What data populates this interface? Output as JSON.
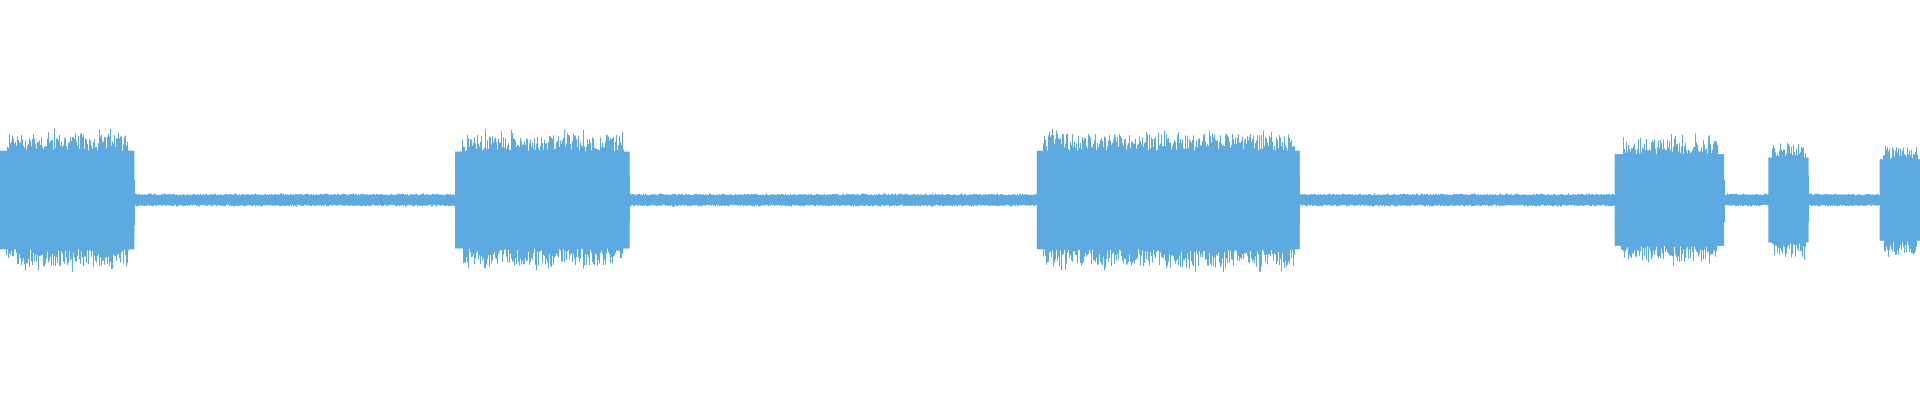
{
  "waveform": {
    "color": "#5DAAE1",
    "background": "#FFFFFF",
    "segments": [
      {
        "kind": "loud",
        "start": 0.0,
        "end": 0.07,
        "level": 0.58
      },
      {
        "kind": "quiet",
        "start": 0.07,
        "end": 0.237,
        "level": 0.055
      },
      {
        "kind": "loud",
        "start": 0.237,
        "end": 0.328,
        "level": 0.57
      },
      {
        "kind": "quiet",
        "start": 0.328,
        "end": 0.54,
        "level": 0.055
      },
      {
        "kind": "loud",
        "start": 0.54,
        "end": 0.677,
        "level": 0.58
      },
      {
        "kind": "quiet",
        "start": 0.677,
        "end": 0.841,
        "level": 0.055
      },
      {
        "kind": "loud",
        "start": 0.841,
        "end": 0.898,
        "level": 0.54
      },
      {
        "kind": "quiet",
        "start": 0.898,
        "end": 0.921,
        "level": 0.055
      },
      {
        "kind": "loud",
        "start": 0.921,
        "end": 0.942,
        "level": 0.5
      },
      {
        "kind": "quiet",
        "start": 0.942,
        "end": 0.979,
        "level": 0.055
      },
      {
        "kind": "loud",
        "start": 0.979,
        "end": 1.0,
        "level": 0.48
      }
    ]
  }
}
